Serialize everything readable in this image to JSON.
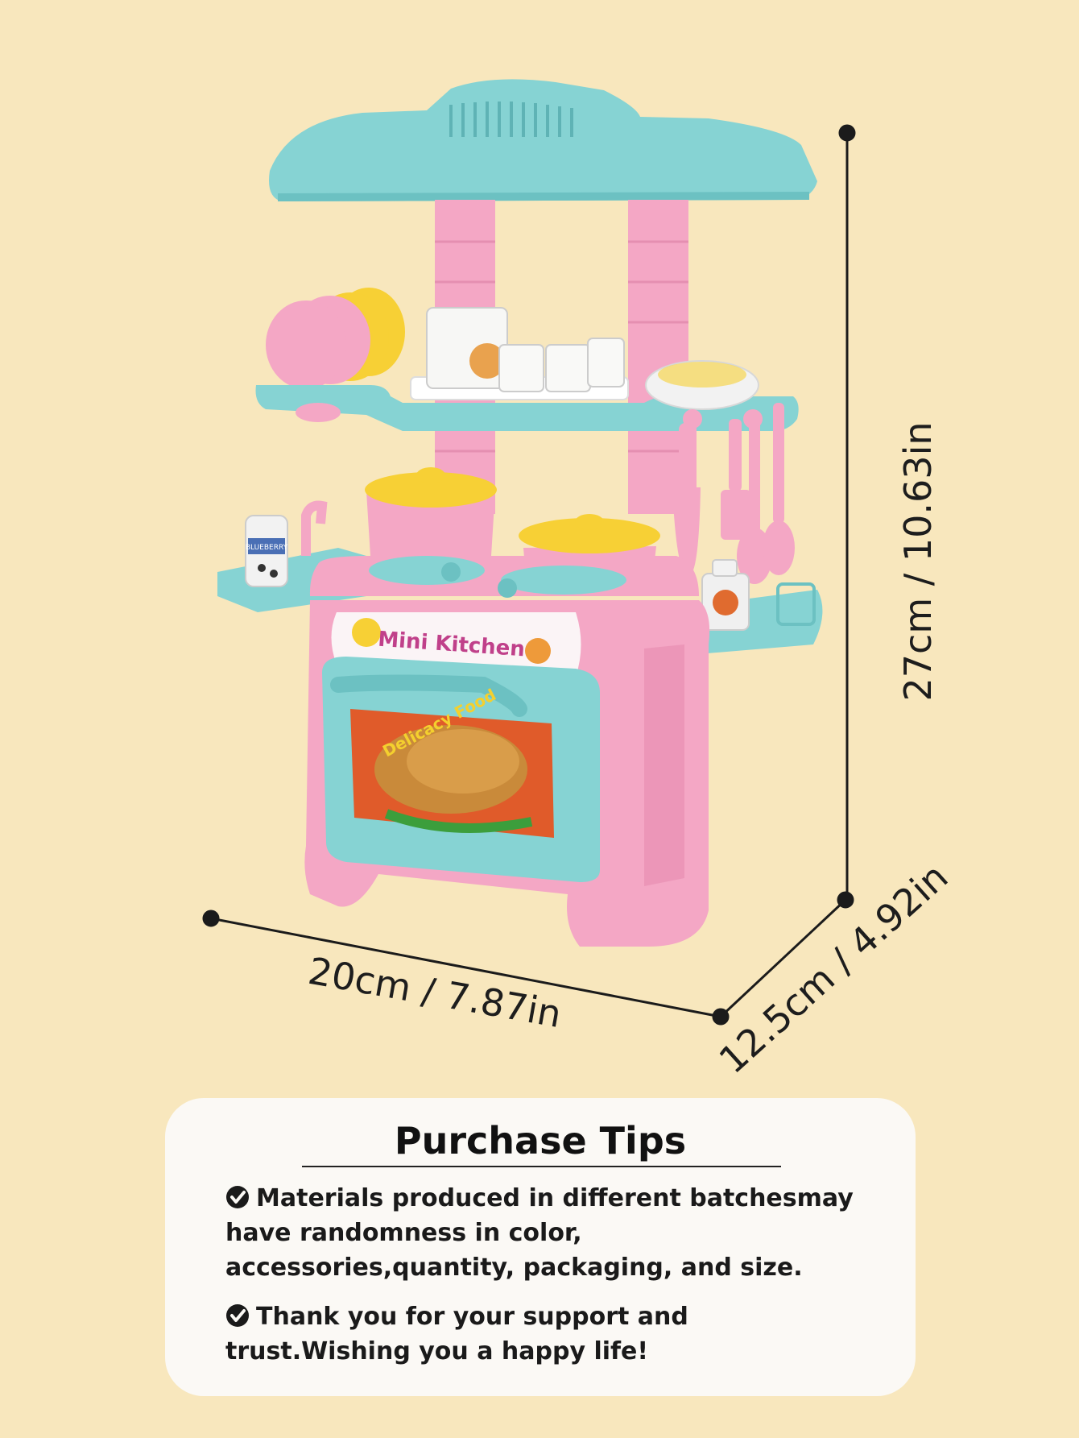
{
  "product_logo_text": "Mini Kitchen",
  "oven_window_text": "Delicacy Food",
  "milk_carton_text": "BLUEBERRY",
  "dimensions": {
    "height": "27cm / 10.63in",
    "width": "20cm / 7.87in",
    "depth": "12.5cm / 4.92in"
  },
  "purchase_tips": {
    "title": "Purchase Tips",
    "items": [
      "Materials produced in different batchesmay have randomness in color, accessories,quantity, packaging, and size.",
      "Thank you for your support and trust.Wishing you a happy life!"
    ],
    "bullet_icon": "check-circle-icon"
  },
  "colors": {
    "background": "#f8e7bd",
    "toy_pink": "#f5a9c7",
    "toy_teal": "#86d3d3",
    "toy_yellow": "#f7d035"
  }
}
